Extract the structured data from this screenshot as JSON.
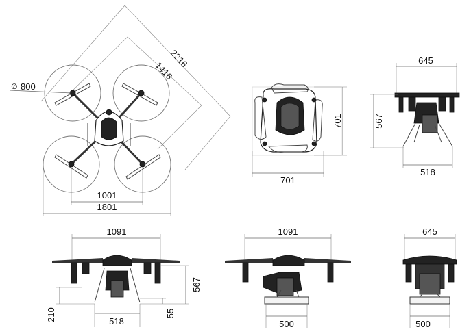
{
  "diagram": {
    "top_view": {
      "diagonal_outer": "2216",
      "diagonal_inner": "1416",
      "prop_diameter_symbol": "∅",
      "prop_diameter": "800",
      "motor_spacing": "1001",
      "overall_width": "1801"
    },
    "folded_view": {
      "width": "701",
      "depth": "701"
    },
    "side_view_small": {
      "top_width": "645",
      "height": "567",
      "skid_width": "518"
    },
    "front_view": {
      "arm_span": "1091",
      "height": "567",
      "ground_clearance": "210",
      "skid_width": "518",
      "skid_height": "55"
    },
    "side_view_mid": {
      "arm_span": "1091",
      "tank_width": "500"
    },
    "side_view_right": {
      "top_width": "645",
      "tank_width": "500"
    }
  }
}
